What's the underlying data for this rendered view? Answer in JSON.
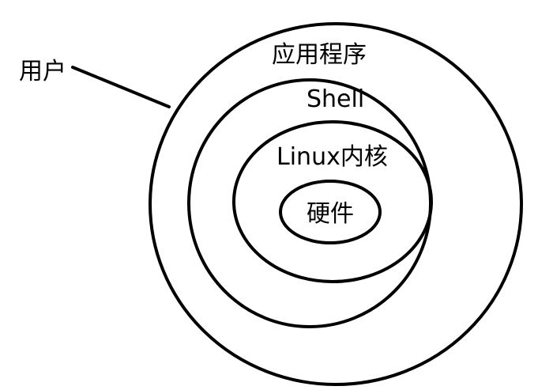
{
  "layers": {
    "user": "用户",
    "applications": "应用程序",
    "shell": "Shell",
    "kernel": "Linux内核",
    "hardware": "硬件"
  }
}
